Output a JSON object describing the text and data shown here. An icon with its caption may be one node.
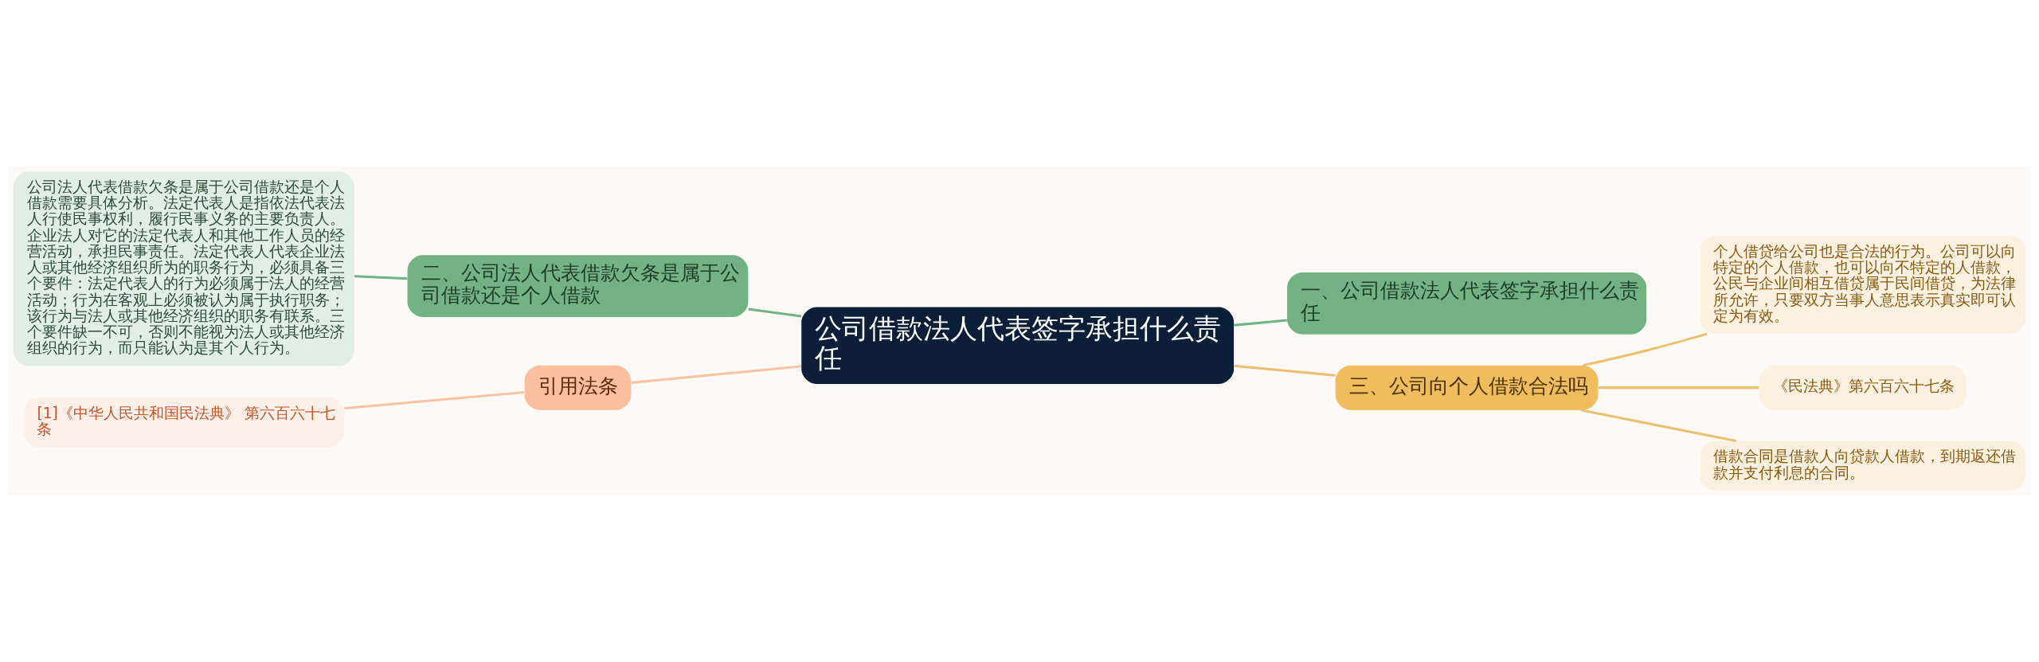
{
  "diagram": {
    "nodes": [
      {
        "text": [
          "公司借款法人代表签字承担什么责任"
        ]
      },
      {
        "text": [
          "二、公司法人代表借款欠条是属于公司借款还是个人借款"
        ]
      },
      {
        "text": [
          "公司法人代表借款欠条是属于公司借款还是个人借款需要具体分析。法定代表人是指依法代表法人行使民事权利，履行民事义务的主要负责人。企业法人对它的法定代表人和其他工作人员的经营活动，承担民事责任。法定代表人代表企业法人或其他经济组织所为的职务行为，必须具备三个要件：法定代表人的行为必须属于法人的经营活动；行为在客观上必须被认为属于执行职务；该行为与法人或其他经济组织的职务有联系。三个要件缺一不可，否则不能视为法人或其他经济组织的行为，而只能认为是其个人行为。"
        ]
      },
      {
        "text": [
          "引用法条"
        ]
      },
      {
        "text": [
          "[1]《中华人民共和国民法典》 第六百六十七条"
        ]
      },
      {
        "text": [
          "一、公司借款法人代表签字承担什么责任"
        ]
      },
      {
        "text": [
          "三、公司向个人借款合法吗"
        ]
      },
      {
        "text": [
          "个人借贷给公司也是合法的行为。公司可以向特定的个人借款，也可以向不特定的人借款，公民与企业间相互借贷属于民间借贷，为法律所允许，只要双方当事人意思表示真实即可认定为有效。"
        ]
      },
      {
        "text": [
          "《民法典》第六百六十七条"
        ]
      },
      {
        "text": [
          "借款合同是借款人向贷款人借款，到期返还借款并支付利息的合同。"
        ]
      }
    ],
    "edges": [
      {
        "from": 2,
        "to": 1,
        "arrow": "none",
        "color": "#72b285"
      },
      {
        "from": 1,
        "to": 0,
        "arrow": "none",
        "color": "#72b285"
      },
      {
        "from": 4,
        "to": 3,
        "arrow": "none",
        "color": "#f6c4a6"
      },
      {
        "from": 3,
        "to": 0,
        "arrow": "none",
        "color": "#f6c4a6"
      },
      {
        "from": 0,
        "to": 5,
        "arrow": "none",
        "color": "#72b285"
      },
      {
        "from": 0,
        "to": 6,
        "arrow": "none",
        "color": "#ebc071"
      },
      {
        "from": 6,
        "to": 7,
        "arrow": "none",
        "color": "#ebc071"
      },
      {
        "from": 6,
        "to": 8,
        "arrow": "none",
        "color": "#ebc071"
      },
      {
        "from": 6,
        "to": 9,
        "arrow": "none",
        "color": "#ebc071"
      }
    ]
  }
}
